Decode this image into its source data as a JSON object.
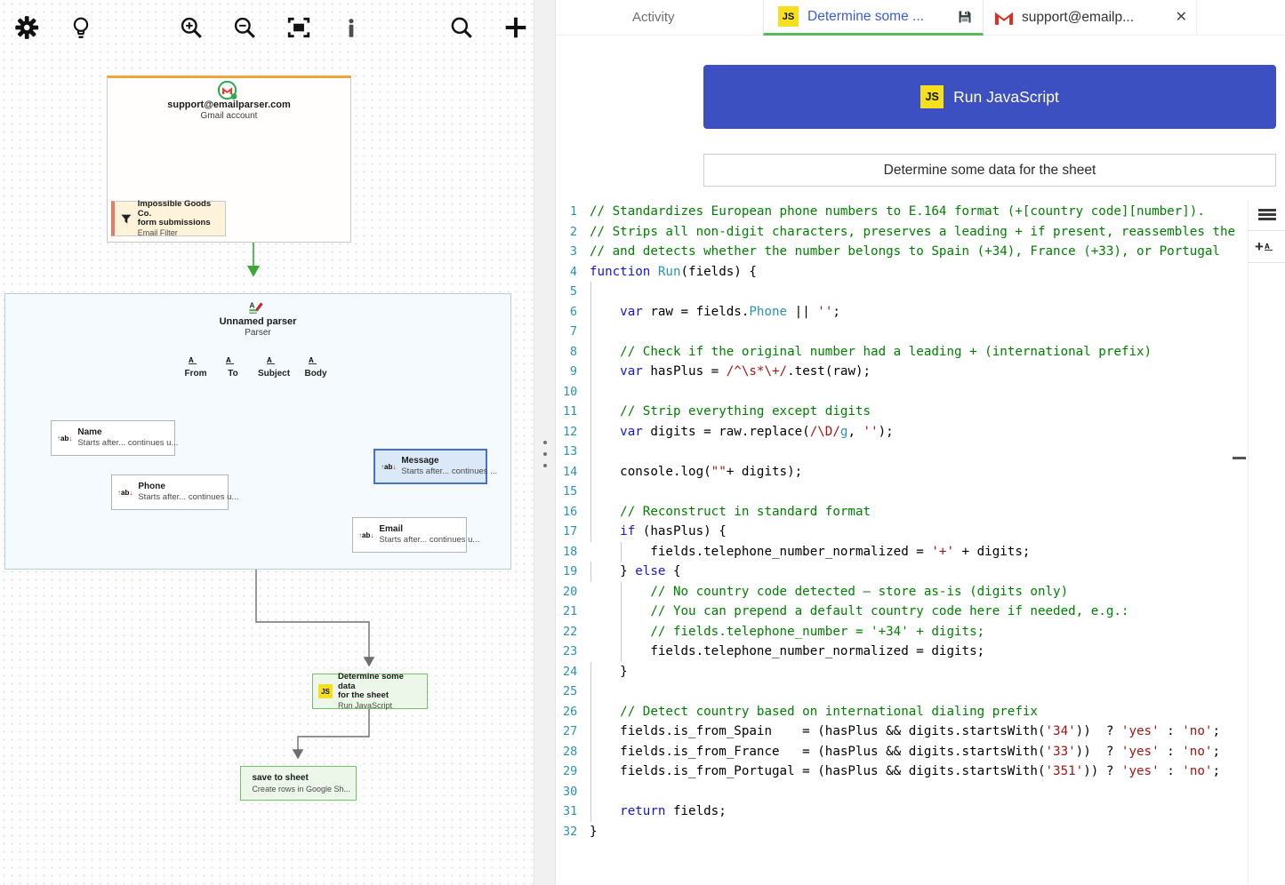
{
  "left_toolbar": {
    "icons": [
      "settings",
      "tips",
      "zoom-in",
      "zoom-out",
      "fit-screen",
      "info",
      "search",
      "add"
    ]
  },
  "flow": {
    "email_account": {
      "title": "support@emailparser.com",
      "subtitle": "Gmail account"
    },
    "email_filter": {
      "title": "Impossible Goods Co.\nform submissions",
      "subtitle": "Email Filter"
    },
    "parser": {
      "title": "Unnamed parser",
      "subtitle": "Parser",
      "outputs": [
        {
          "label": "From"
        },
        {
          "label": "To"
        },
        {
          "label": "Subject"
        },
        {
          "label": "Body"
        }
      ]
    },
    "fields": [
      {
        "title": "Name",
        "subtitle": "Starts after... continues u..."
      },
      {
        "title": "Message",
        "subtitle": "Starts after... continues ..."
      },
      {
        "title": "Phone",
        "subtitle": "Starts after... continues u..."
      },
      {
        "title": "Email",
        "subtitle": "Starts after... continues u..."
      }
    ],
    "script_node": {
      "badge": "JS",
      "title": "Determine some data\nfor the sheet",
      "subtitle": "Run JavaScript"
    },
    "sheet_node": {
      "title": "save to sheet",
      "subtitle": "Create rows in Google Sh..."
    }
  },
  "tabs": {
    "activity": "Activity",
    "active": {
      "badge": "JS",
      "label": "Determine some ..."
    },
    "email": {
      "label": "support@emailp..."
    },
    "close": "✕"
  },
  "panel": {
    "run_button": {
      "badge": "JS",
      "label": "Run JavaScript"
    },
    "name_input": {
      "value": "Determine some data for the sheet"
    }
  },
  "colors": {
    "run_button_bg": "#3c50c1",
    "tab_underline": "#5cb85c",
    "active_tab_text": "#3b5bdb",
    "selected_node_border": "#4472c4",
    "filter_connector": "#3aa832",
    "js_badge": "#f5df1e"
  },
  "code": {
    "lines": [
      {
        "n": 1,
        "g": null,
        "t": [
          [
            "c",
            "// Standardizes European phone numbers to E.164 format (+[country code][number])."
          ]
        ]
      },
      {
        "n": 2,
        "g": null,
        "t": [
          [
            "c",
            "// Strips all non-digit characters, preserves a leading + if present, reassembles the"
          ]
        ]
      },
      {
        "n": 3,
        "g": null,
        "t": [
          [
            "c",
            "// and detects whether the number belongs to Spain (+34), France (+33), or Portugal"
          ]
        ]
      },
      {
        "n": 4,
        "g": null,
        "t": [
          [
            "k",
            "function"
          ],
          [
            "p",
            " "
          ],
          [
            "t",
            "Run"
          ],
          [
            "p",
            "(fields) {"
          ]
        ]
      },
      {
        "n": 5,
        "g": 0,
        "t": []
      },
      {
        "n": 6,
        "g": 0,
        "t": [
          [
            "p",
            "    "
          ],
          [
            "k",
            "var"
          ],
          [
            "p",
            " raw = fields."
          ],
          [
            "t",
            "Phone"
          ],
          [
            "p",
            " || "
          ],
          [
            "s",
            "''"
          ],
          [
            "p",
            ";"
          ]
        ]
      },
      {
        "n": 7,
        "g": 0,
        "t": []
      },
      {
        "n": 8,
        "g": 0,
        "t": [
          [
            "p",
            "    "
          ],
          [
            "c",
            "// Check if the original number had a leading + (international prefix)"
          ]
        ]
      },
      {
        "n": 9,
        "g": 0,
        "t": [
          [
            "p",
            "    "
          ],
          [
            "k",
            "var"
          ],
          [
            "p",
            " hasPlus = "
          ],
          [
            "s",
            "/^\\s*\\+/"
          ],
          [
            "p",
            ".test(raw);"
          ]
        ]
      },
      {
        "n": 10,
        "g": 0,
        "t": []
      },
      {
        "n": 11,
        "g": 0,
        "t": [
          [
            "p",
            "    "
          ],
          [
            "c",
            "// Strip everything except digits"
          ]
        ]
      },
      {
        "n": 12,
        "g": 0,
        "t": [
          [
            "p",
            "    "
          ],
          [
            "k",
            "var"
          ],
          [
            "p",
            " digits = raw.replace("
          ],
          [
            "s",
            "/\\D/"
          ],
          [
            "t",
            "g"
          ],
          [
            "p",
            ", "
          ],
          [
            "s",
            "''"
          ],
          [
            "p",
            ");"
          ]
        ]
      },
      {
        "n": 13,
        "g": 0,
        "t": []
      },
      {
        "n": 14,
        "g": 0,
        "t": [
          [
            "p",
            "    console.log("
          ],
          [
            "s",
            "\"\""
          ],
          [
            "p",
            "+ digits);"
          ]
        ]
      },
      {
        "n": 15,
        "g": 0,
        "t": []
      },
      {
        "n": 16,
        "g": 0,
        "t": [
          [
            "p",
            "    "
          ],
          [
            "c",
            "// Reconstruct in standard format"
          ]
        ]
      },
      {
        "n": 17,
        "g": 0,
        "t": [
          [
            "p",
            "    "
          ],
          [
            "k",
            "if"
          ],
          [
            "p",
            " (hasPlus) {"
          ]
        ]
      },
      {
        "n": 18,
        "g": 1,
        "t": [
          [
            "p",
            "        fields.telephone_number_normalized = "
          ],
          [
            "s",
            "'+'"
          ],
          [
            "p",
            " + digits;"
          ]
        ]
      },
      {
        "n": 19,
        "g": 0,
        "t": [
          [
            "p",
            "    } "
          ],
          [
            "k",
            "else"
          ],
          [
            "p",
            " {"
          ]
        ]
      },
      {
        "n": 20,
        "g": 1,
        "t": [
          [
            "p",
            "        "
          ],
          [
            "c",
            "// No country code detected — store as-is (digits only)"
          ]
        ]
      },
      {
        "n": 21,
        "g": 1,
        "t": [
          [
            "p",
            "        "
          ],
          [
            "c",
            "// You can prepend a default country code here if needed, e.g.:"
          ]
        ]
      },
      {
        "n": 22,
        "g": 1,
        "t": [
          [
            "p",
            "        "
          ],
          [
            "c",
            "// fields.telephone_number = '+34' + digits;"
          ]
        ]
      },
      {
        "n": 23,
        "g": 1,
        "t": [
          [
            "p",
            "        fields.telephone_number_normalized = digits;"
          ]
        ]
      },
      {
        "n": 24,
        "g": 0,
        "t": [
          [
            "p",
            "    }"
          ]
        ]
      },
      {
        "n": 25,
        "g": 0,
        "t": []
      },
      {
        "n": 26,
        "g": 0,
        "t": [
          [
            "p",
            "    "
          ],
          [
            "c",
            "// Detect country based on international dialing prefix"
          ]
        ]
      },
      {
        "n": 27,
        "g": 0,
        "t": [
          [
            "p",
            "    fields.is_from_Spain    = (hasPlus && digits.startsWith("
          ],
          [
            "s",
            "'34'"
          ],
          [
            "p",
            "))  ? "
          ],
          [
            "s",
            "'yes'"
          ],
          [
            "p",
            " : "
          ],
          [
            "s",
            "'no'"
          ],
          [
            "p",
            ";"
          ]
        ]
      },
      {
        "n": 28,
        "g": 0,
        "t": [
          [
            "p",
            "    fields.is_from_France   = (hasPlus && digits.startsWith("
          ],
          [
            "s",
            "'33'"
          ],
          [
            "p",
            "))  ? "
          ],
          [
            "s",
            "'yes'"
          ],
          [
            "p",
            " : "
          ],
          [
            "s",
            "'no'"
          ],
          [
            "p",
            ";"
          ]
        ]
      },
      {
        "n": 29,
        "g": 0,
        "t": [
          [
            "p",
            "    fields.is_from_Portugal = (hasPlus && digits.startsWith("
          ],
          [
            "s",
            "'351'"
          ],
          [
            "p",
            ")) ? "
          ],
          [
            "s",
            "'yes'"
          ],
          [
            "p",
            " : "
          ],
          [
            "s",
            "'no'"
          ],
          [
            "p",
            ";"
          ]
        ]
      },
      {
        "n": 30,
        "g": 0,
        "t": []
      },
      {
        "n": 31,
        "g": 0,
        "t": [
          [
            "p",
            "    "
          ],
          [
            "k",
            "return"
          ],
          [
            "p",
            " fields;"
          ]
        ]
      },
      {
        "n": 32,
        "g": null,
        "t": [
          [
            "p",
            "}"
          ]
        ]
      }
    ]
  }
}
